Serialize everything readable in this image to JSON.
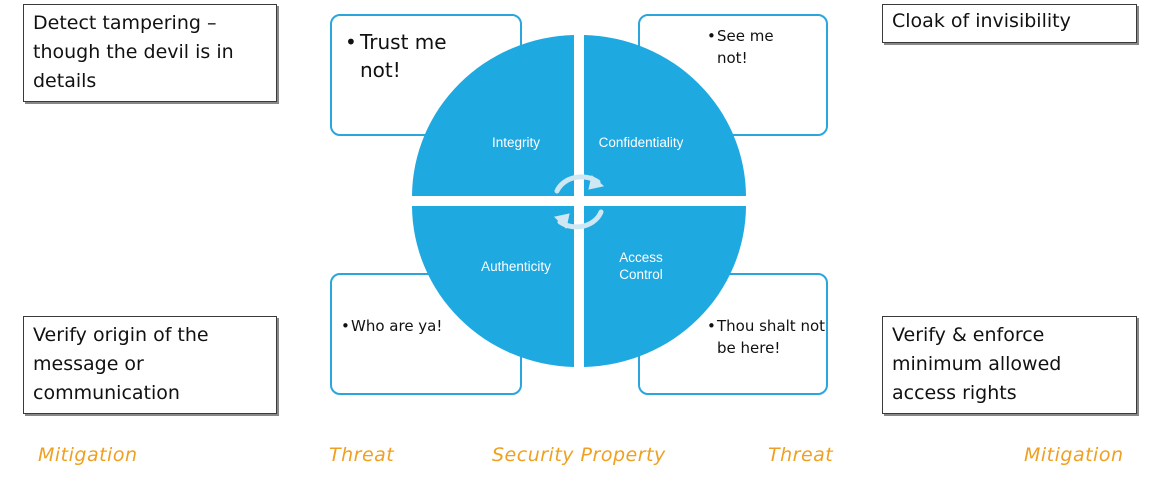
{
  "mitigations": {
    "integrity": "Detect tampering – though the devil is in details",
    "confidentiality": "Cloak of invisibility",
    "authenticity": "Verify origin of the message or communication",
    "access_control": "Verify & enforce minimum allowed access rights"
  },
  "threats": {
    "integrity": "Trust me not!",
    "confidentiality": "See me not!",
    "authenticity": "Who are ya!",
    "access_control": "Thou shalt not be here!"
  },
  "properties": {
    "integrity": "Integrity",
    "confidentiality": "Confidentiality",
    "authenticity": "Authenticity",
    "access_control_line1": "Access",
    "access_control_line2": "Control"
  },
  "footer": {
    "mitigation_left": "Mitigation",
    "threat_left": "Threat",
    "security_property": "Security Property",
    "threat_right": "Threat",
    "mitigation_right": "Mitigation"
  },
  "colors": {
    "quadrant": "#1fa9e1",
    "threat_border": "#2aa6dd",
    "footer_text": "#f0a020"
  },
  "icons": [
    "cycle-arrows-icon"
  ]
}
